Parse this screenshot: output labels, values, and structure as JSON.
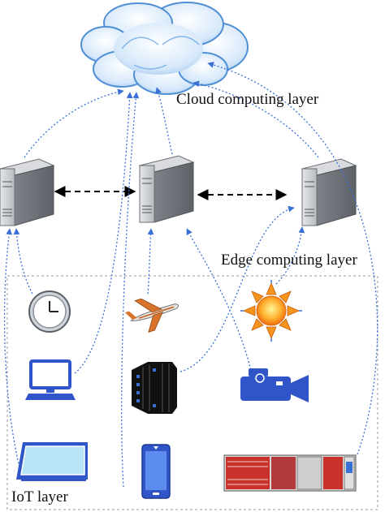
{
  "labels": {
    "cloud_layer": "Cloud computing layer",
    "edge_layer": "Edge computing layer",
    "iot_layer": "IoT layer"
  },
  "colors": {
    "link_blue": "#3b6fd8",
    "server_gray": "#8a8f96",
    "cloud_blue": "#6aa7e6",
    "device_blue": "#2f55c9"
  },
  "nodes": {
    "cloud": "cloud-icon",
    "servers": [
      "server-icon",
      "server-icon",
      "server-icon"
    ],
    "devices": [
      "clock-icon",
      "airplane-icon",
      "sun-icon",
      "desktop-computer-icon",
      "engine-icon",
      "video-camera-icon",
      "tray-device-icon",
      "smartphone-icon",
      "plc-rack-icon"
    ]
  }
}
